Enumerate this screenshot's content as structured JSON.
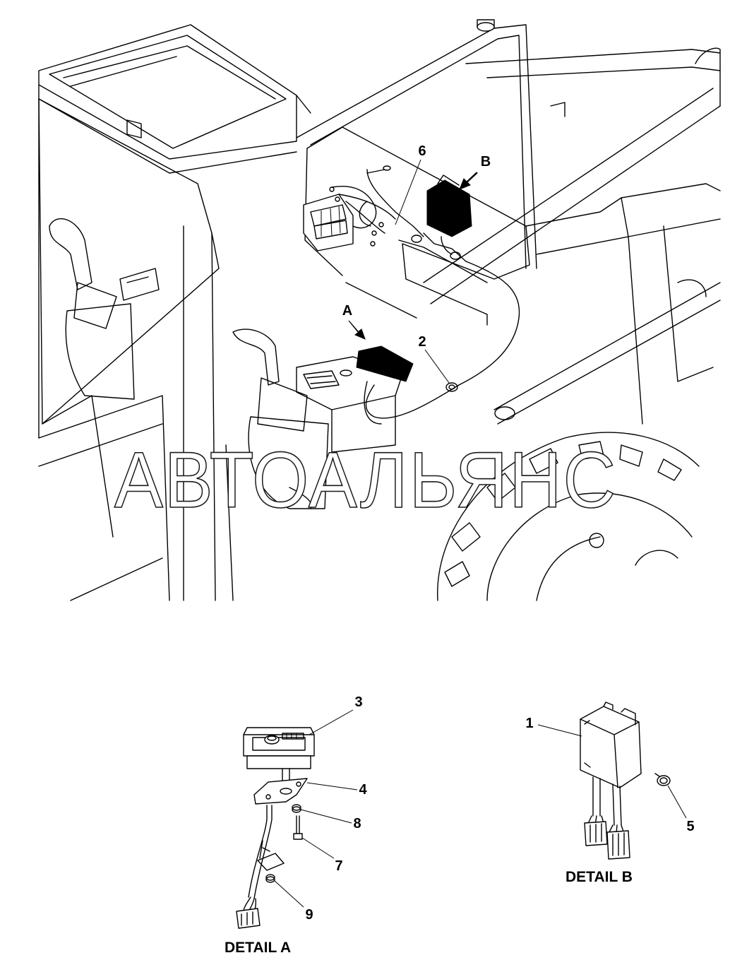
{
  "callouts": {
    "c1": "1",
    "c2": "2",
    "c3": "3",
    "c4": "4",
    "c5": "5",
    "c6": "6",
    "c7": "7",
    "c8": "8",
    "c9": "9",
    "cA": "A",
    "cB": "B"
  },
  "details": {
    "detail_a": "DETAIL A",
    "detail_b": "DETAIL B"
  },
  "watermark": "АВТОАЛЬЯНС",
  "colors": {
    "line": "#000000",
    "background": "#ffffff"
  }
}
